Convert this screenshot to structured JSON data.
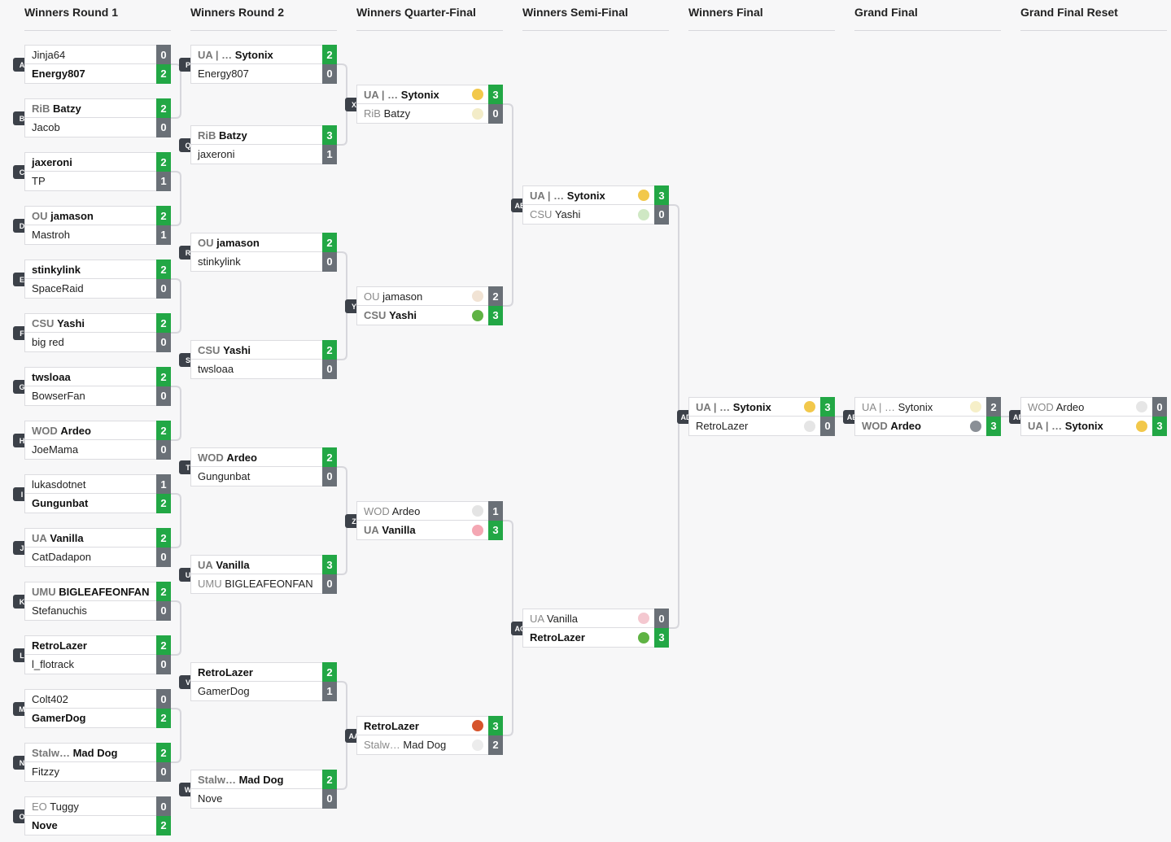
{
  "rounds": [
    "Winners Round 1",
    "Winners Round 2",
    "Winners Quarter-Final",
    "Winners Semi-Final",
    "Winners Final",
    "Grand Final",
    "Grand Final Reset"
  ],
  "colors": {
    "win": "#22a745",
    "lose": "#6a7077",
    "label": "#3c4149",
    "line": "#d7d7dc"
  },
  "matches": [
    {
      "id": "A",
      "r": 0,
      "p": [
        {
          "pre": "",
          "n": "Jinja64",
          "s": "0",
          "w": false
        },
        {
          "pre": "",
          "n": "Energy807",
          "s": "2",
          "w": true
        }
      ]
    },
    {
      "id": "B",
      "r": 0,
      "p": [
        {
          "pre": "RiB",
          "n": "Batzy",
          "s": "2",
          "w": true
        },
        {
          "pre": "",
          "n": "Jacob",
          "s": "0",
          "w": false
        }
      ]
    },
    {
      "id": "C",
      "r": 0,
      "p": [
        {
          "pre": "",
          "n": "jaxeroni",
          "s": "2",
          "w": true
        },
        {
          "pre": "",
          "n": "TP",
          "s": "1",
          "w": false
        }
      ]
    },
    {
      "id": "D",
      "r": 0,
      "p": [
        {
          "pre": "OU",
          "n": "jamason",
          "s": "2",
          "w": true
        },
        {
          "pre": "",
          "n": "Mastroh",
          "s": "1",
          "w": false
        }
      ]
    },
    {
      "id": "E",
      "r": 0,
      "p": [
        {
          "pre": "",
          "n": "stinkylink",
          "s": "2",
          "w": true
        },
        {
          "pre": "",
          "n": "SpaceRaid",
          "s": "0",
          "w": false
        }
      ]
    },
    {
      "id": "F",
      "r": 0,
      "p": [
        {
          "pre": "CSU",
          "n": "Yashi",
          "s": "2",
          "w": true
        },
        {
          "pre": "",
          "n": "big red",
          "s": "0",
          "w": false
        }
      ]
    },
    {
      "id": "G",
      "r": 0,
      "p": [
        {
          "pre": "",
          "n": "twsloaa",
          "s": "2",
          "w": true
        },
        {
          "pre": "",
          "n": "BowserFan",
          "s": "0",
          "w": false
        }
      ]
    },
    {
      "id": "H",
      "r": 0,
      "p": [
        {
          "pre": "WOD",
          "n": "Ardeo",
          "s": "2",
          "w": true
        },
        {
          "pre": "",
          "n": "JoeMama",
          "s": "0",
          "w": false
        }
      ]
    },
    {
      "id": "I",
      "r": 0,
      "p": [
        {
          "pre": "",
          "n": "lukasdotnet",
          "s": "1",
          "w": false
        },
        {
          "pre": "",
          "n": "Gungunbat",
          "s": "2",
          "w": true
        }
      ]
    },
    {
      "id": "J",
      "r": 0,
      "p": [
        {
          "pre": "UA",
          "n": "Vanilla",
          "s": "2",
          "w": true
        },
        {
          "pre": "",
          "n": "CatDadapon",
          "s": "0",
          "w": false
        }
      ]
    },
    {
      "id": "K",
      "r": 0,
      "p": [
        {
          "pre": "UMU",
          "n": "BIGLEAFEONFAN",
          "s": "2",
          "w": true
        },
        {
          "pre": "",
          "n": "Stefanuchis",
          "s": "0",
          "w": false
        }
      ]
    },
    {
      "id": "L",
      "r": 0,
      "p": [
        {
          "pre": "",
          "n": "RetroLazer",
          "s": "2",
          "w": true
        },
        {
          "pre": "",
          "n": "l_flotrack",
          "s": "0",
          "w": false
        }
      ]
    },
    {
      "id": "M",
      "r": 0,
      "p": [
        {
          "pre": "",
          "n": "Colt402",
          "s": "0",
          "w": false
        },
        {
          "pre": "",
          "n": "GamerDog",
          "s": "2",
          "w": true
        }
      ]
    },
    {
      "id": "N",
      "r": 0,
      "p": [
        {
          "pre": "Stalw…",
          "n": "Mad Dog",
          "s": "2",
          "w": true
        },
        {
          "pre": "",
          "n": "Fitzzy",
          "s": "0",
          "w": false
        }
      ]
    },
    {
      "id": "O",
      "r": 0,
      "p": [
        {
          "pre": "EO",
          "n": "Tuggy",
          "s": "0",
          "w": false
        },
        {
          "pre": "",
          "n": "Nove",
          "s": "2",
          "w": true
        }
      ]
    },
    {
      "id": "P",
      "r": 1,
      "p": [
        {
          "pre": "UA | …",
          "n": "Sytonix",
          "s": "2",
          "w": true
        },
        {
          "pre": "",
          "n": "Energy807",
          "s": "0",
          "w": false
        }
      ]
    },
    {
      "id": "Q",
      "r": 1,
      "p": [
        {
          "pre": "RiB",
          "n": "Batzy",
          "s": "3",
          "w": true
        },
        {
          "pre": "",
          "n": "jaxeroni",
          "s": "1",
          "w": false
        }
      ]
    },
    {
      "id": "R",
      "r": 1,
      "p": [
        {
          "pre": "OU",
          "n": "jamason",
          "s": "2",
          "w": true
        },
        {
          "pre": "",
          "n": "stinkylink",
          "s": "0",
          "w": false
        }
      ]
    },
    {
      "id": "S",
      "r": 1,
      "p": [
        {
          "pre": "CSU",
          "n": "Yashi",
          "s": "2",
          "w": true
        },
        {
          "pre": "",
          "n": "twsloaa",
          "s": "0",
          "w": false
        }
      ]
    },
    {
      "id": "T",
      "r": 1,
      "p": [
        {
          "pre": "WOD",
          "n": "Ardeo",
          "s": "2",
          "w": true
        },
        {
          "pre": "",
          "n": "Gungunbat",
          "s": "0",
          "w": false
        }
      ]
    },
    {
      "id": "U",
      "r": 1,
      "p": [
        {
          "pre": "UA",
          "n": "Vanilla",
          "s": "3",
          "w": true
        },
        {
          "pre": "UMU",
          "n": "BIGLEAFEONFAN",
          "s": "0",
          "w": false
        }
      ]
    },
    {
      "id": "V",
      "r": 1,
      "p": [
        {
          "pre": "",
          "n": "RetroLazer",
          "s": "2",
          "w": true
        },
        {
          "pre": "",
          "n": "GamerDog",
          "s": "1",
          "w": false
        }
      ]
    },
    {
      "id": "W",
      "r": 1,
      "p": [
        {
          "pre": "Stalw…",
          "n": "Mad Dog",
          "s": "2",
          "w": true
        },
        {
          "pre": "",
          "n": "Nove",
          "s": "0",
          "w": false
        }
      ]
    },
    {
      "id": "X",
      "r": 2,
      "p": [
        {
          "pre": "UA | …",
          "n": "Sytonix",
          "s": "3",
          "w": true,
          "c": "#f2c84b"
        },
        {
          "pre": "RiB",
          "n": "Batzy",
          "s": "0",
          "w": false,
          "c": "#f3ecc8"
        }
      ]
    },
    {
      "id": "Y",
      "r": 2,
      "p": [
        {
          "pre": "OU",
          "n": "jamason",
          "s": "2",
          "w": false,
          "c": "#f1e3d4"
        },
        {
          "pre": "CSU",
          "n": "Yashi",
          "s": "3",
          "w": true,
          "c": "#5fb344"
        }
      ]
    },
    {
      "id": "Z",
      "r": 2,
      "p": [
        {
          "pre": "WOD",
          "n": "Ardeo",
          "s": "1",
          "w": false,
          "c": "#e4e4e4"
        },
        {
          "pre": "UA",
          "n": "Vanilla",
          "s": "3",
          "w": true,
          "c": "#f4a7b3"
        }
      ]
    },
    {
      "id": "AA",
      "r": 2,
      "p": [
        {
          "pre": "",
          "n": "RetroLazer",
          "s": "3",
          "w": true,
          "c": "#d6542c"
        },
        {
          "pre": "Stalw…",
          "n": "Mad Dog",
          "s": "2",
          "w": false,
          "c": "#ececec"
        }
      ]
    },
    {
      "id": "AB",
      "r": 3,
      "p": [
        {
          "pre": "UA | …",
          "n": "Sytonix",
          "s": "3",
          "w": true,
          "c": "#f2c84b"
        },
        {
          "pre": "CSU",
          "n": "Yashi",
          "s": "0",
          "w": false,
          "c": "#cfe8c4"
        }
      ]
    },
    {
      "id": "AC",
      "r": 3,
      "p": [
        {
          "pre": "UA",
          "n": "Vanilla",
          "s": "0",
          "w": false,
          "c": "#f4c8d0"
        },
        {
          "pre": "",
          "n": "RetroLazer",
          "s": "3",
          "w": true,
          "c": "#5fb344"
        }
      ]
    },
    {
      "id": "AD",
      "r": 4,
      "p": [
        {
          "pre": "UA | …",
          "n": "Sytonix",
          "s": "3",
          "w": true,
          "c": "#f2c84b"
        },
        {
          "pre": "",
          "n": "RetroLazer",
          "s": "0",
          "w": false,
          "c": "#e5e5e5"
        }
      ]
    },
    {
      "id": "AE",
      "r": 5,
      "p": [
        {
          "pre": "UA | …",
          "n": "Sytonix",
          "s": "2",
          "w": false,
          "c": "#f6efc8"
        },
        {
          "pre": "WOD",
          "n": "Ardeo",
          "s": "3",
          "w": true,
          "c": "#8a8f96"
        }
      ]
    },
    {
      "id": "AF",
      "r": 6,
      "p": [
        {
          "pre": "WOD",
          "n": "Ardeo",
          "s": "0",
          "w": false,
          "c": "#e6e6e6"
        },
        {
          "pre": "UA | …",
          "n": "Sytonix",
          "s": "3",
          "w": true,
          "c": "#f2c84b"
        }
      ]
    }
  ]
}
